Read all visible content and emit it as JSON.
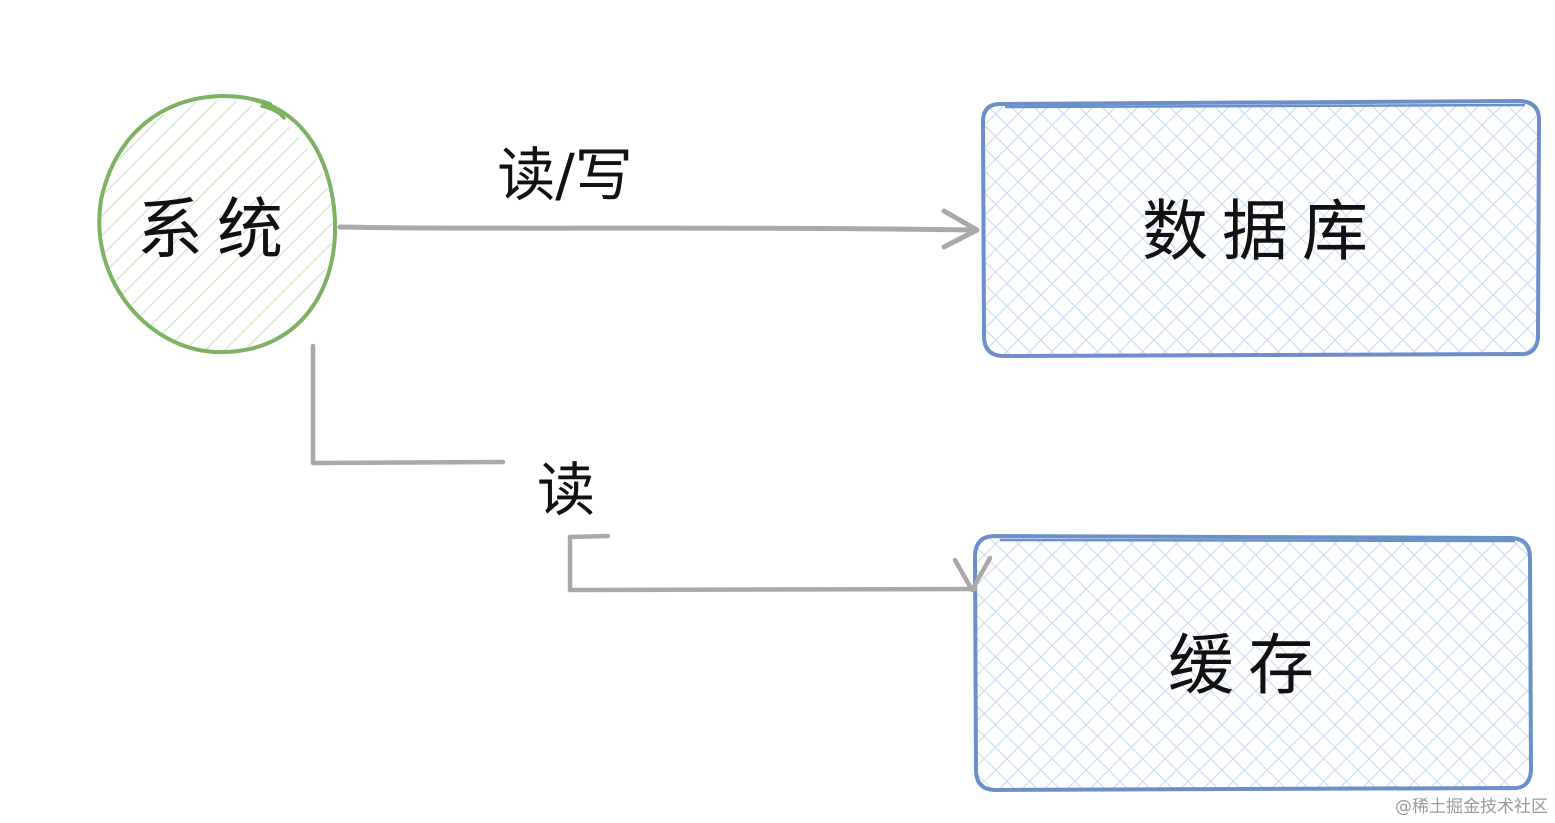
{
  "diagram": {
    "nodes": {
      "system": {
        "label": "系统",
        "shape": "circle",
        "stroke_color": "#7cb262",
        "fill_hatch_color": "#cfe6c4"
      },
      "database": {
        "label": "数据库",
        "shape": "rounded-rect",
        "stroke_color": "#6b8fc9",
        "fill_hatch_color": "#c6d8f5"
      },
      "cache": {
        "label": "缓存",
        "shape": "rounded-rect",
        "stroke_color": "#6b8fc9",
        "fill_hatch_color": "#c6d8f5"
      }
    },
    "edges": {
      "system_to_database": {
        "label": "读/写",
        "from": "system",
        "to": "database"
      },
      "system_to_cache": {
        "label": "读",
        "from": "system",
        "to": "cache"
      }
    },
    "edge_color": "#a9a9a9"
  },
  "watermark": {
    "text": "@稀土掘金技术社区"
  }
}
